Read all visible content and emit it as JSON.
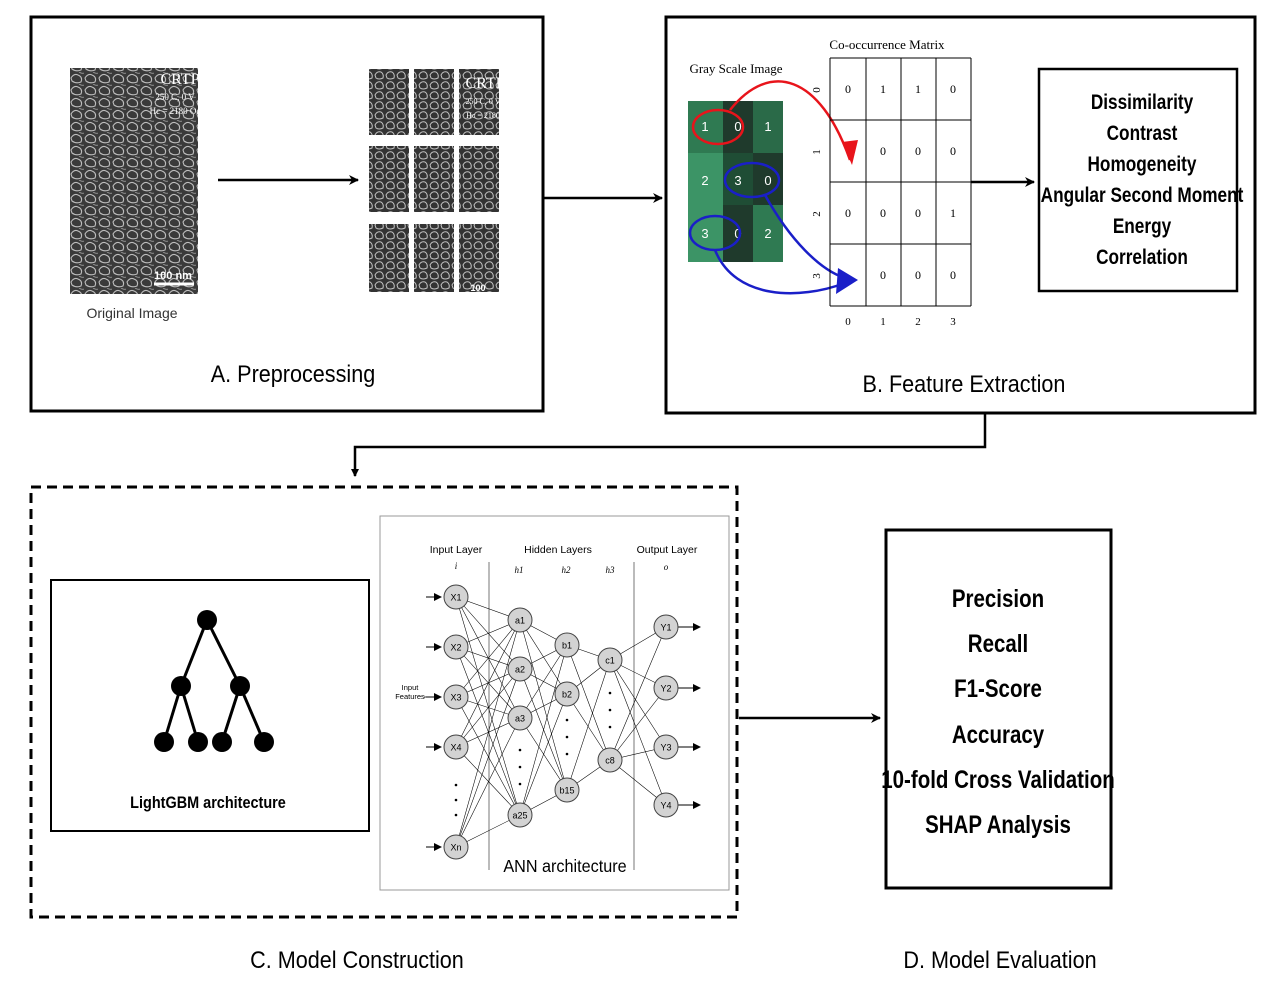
{
  "preprocessing": {
    "sem_label": "CRTP",
    "sem_line1": "250 C, 0 V",
    "sem_line2": "Hc = 2180 Oe",
    "sem_line2_crop": "Hc = 2180",
    "scale_bar": "100 nm",
    "scale_bar_crop": "100",
    "original_caption": "Original Image",
    "title": "A. Preprocessing"
  },
  "feature_extraction": {
    "gray_title": "Gray Scale Image",
    "gray_grid": [
      [
        "1",
        "0",
        "1"
      ],
      [
        "2",
        "3",
        "0"
      ],
      [
        "3",
        "0",
        "2"
      ]
    ],
    "matrix_title": "Co-occurrence Matrix",
    "matrix": [
      [
        "0",
        "1",
        "1",
        "0"
      ],
      [
        "",
        "0",
        "0",
        "0"
      ],
      [
        "0",
        "0",
        "0",
        "1"
      ],
      [
        "",
        "0",
        "0",
        "0"
      ]
    ],
    "row_labels": [
      "0",
      "1",
      "2",
      "3"
    ],
    "col_labels": [
      "0",
      "1",
      "2",
      "3"
    ],
    "features": [
      "Dissimilarity",
      "Contrast",
      "Homogeneity",
      "Angular Second Moment",
      "Energy",
      "Correlation"
    ],
    "title": "B. Feature Extraction"
  },
  "model_construction": {
    "lightgbm_label": "LightGBM architecture",
    "ann": {
      "input_layer": "Input Layer",
      "hidden_layers": "Hidden Layers",
      "output_layer": "Output Layer",
      "sym_i": "i",
      "sym_h1": "h1",
      "sym_h2": "h2",
      "sym_h3": "h3",
      "sym_o": "o",
      "input_features_1": "Input",
      "input_features_2": "Features",
      "nodes_x": [
        "X1",
        "X2",
        "X3",
        "X4",
        "Xn"
      ],
      "nodes_a": [
        "a1",
        "a2",
        "a3",
        "a25"
      ],
      "nodes_b": [
        "b1",
        "b2",
        "b15"
      ],
      "nodes_c": [
        "c1",
        "c8"
      ],
      "nodes_y": [
        "Y1",
        "Y2",
        "Y3",
        "Y4"
      ],
      "caption": "ANN architecture"
    },
    "title": "C. Model Construction"
  },
  "model_evaluation": {
    "metrics": [
      "Precision",
      "Recall",
      "F1-Score",
      "Accuracy",
      "10-fold Cross Validation",
      "SHAP Analysis"
    ],
    "title": "D. Model  Evaluation"
  },
  "colors": {
    "red_arrow": "#e8141b",
    "blue_arrow": "#1a1fc8",
    "gray_green_dark": "#1f4d35",
    "gray_green_mid": "#2f7a52",
    "gray_green_light": "#3c9466",
    "node_fill": "#d3d3d3"
  }
}
